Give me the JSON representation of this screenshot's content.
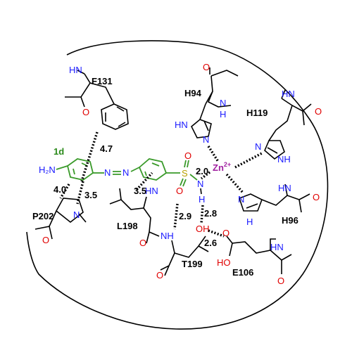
{
  "ligand": {
    "name": "1d",
    "amine": "H₂N"
  },
  "metal": {
    "label": "Zn",
    "charge": "2+"
  },
  "residues": {
    "F131": "F131",
    "H94": "H94",
    "H119": "H119",
    "H96": "H96",
    "P202": "P202",
    "L198": "L198",
    "T199": "T199",
    "E106": "E106"
  },
  "atoms": {
    "HN": "HN",
    "H": "H",
    "N": "N",
    "NH": "NH",
    "HO": "HO",
    "OH": "OH",
    "O": "O",
    "S": "S"
  },
  "distances": {
    "d_f131": "4.7",
    "d_p202_a": "4.0",
    "d_p202_b": "3.5",
    "d_l198": "3.5",
    "d_zn": "2.0",
    "d_l198_nh": "2.9",
    "d_t199_oh": "2.8",
    "d_e106": "2.6"
  },
  "colors": {
    "ligand": "#2a8a1a",
    "nitrogen": "#1a1aff",
    "oxygen": "#e00000",
    "sulfur": "#b8a000",
    "zinc": "#a020a0"
  }
}
